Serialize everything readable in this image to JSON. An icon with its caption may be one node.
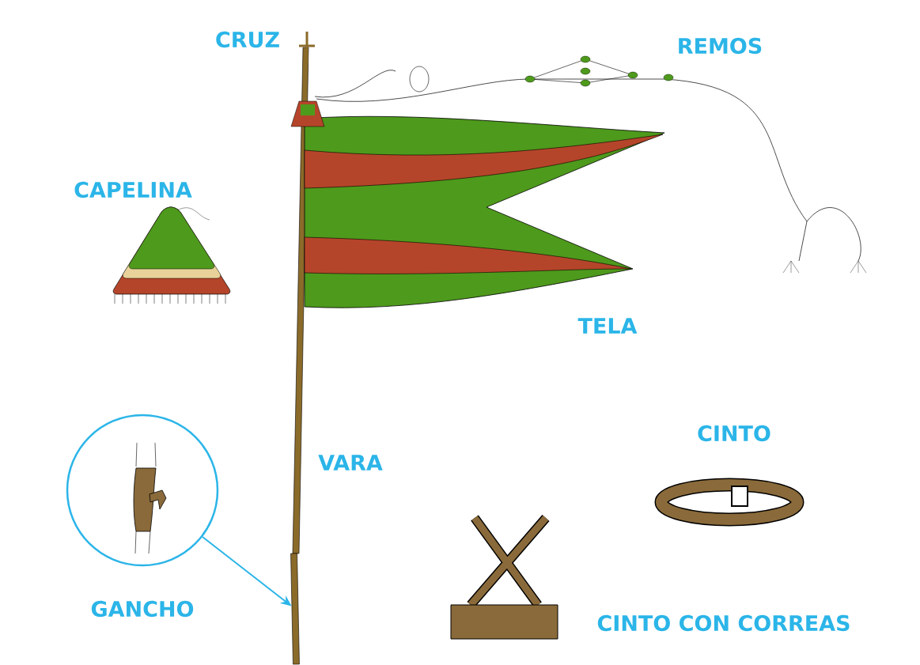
{
  "diagram": {
    "nodes": [
      {
        "text": [],
        "shape": "circle",
        "beside": [
          "GANCHO"
        ]
      },
      {
        "text": [],
        "shape": "bar"
      }
    ],
    "edges": [
      {
        "from": 0,
        "to": 1,
        "arrow": "to"
      }
    ],
    "labels": [
      "CRUZ",
      "REMOS",
      "CAPELINA",
      "TELA",
      "CINTO",
      "VARA",
      "CINTO CON CORREAS"
    ]
  }
}
